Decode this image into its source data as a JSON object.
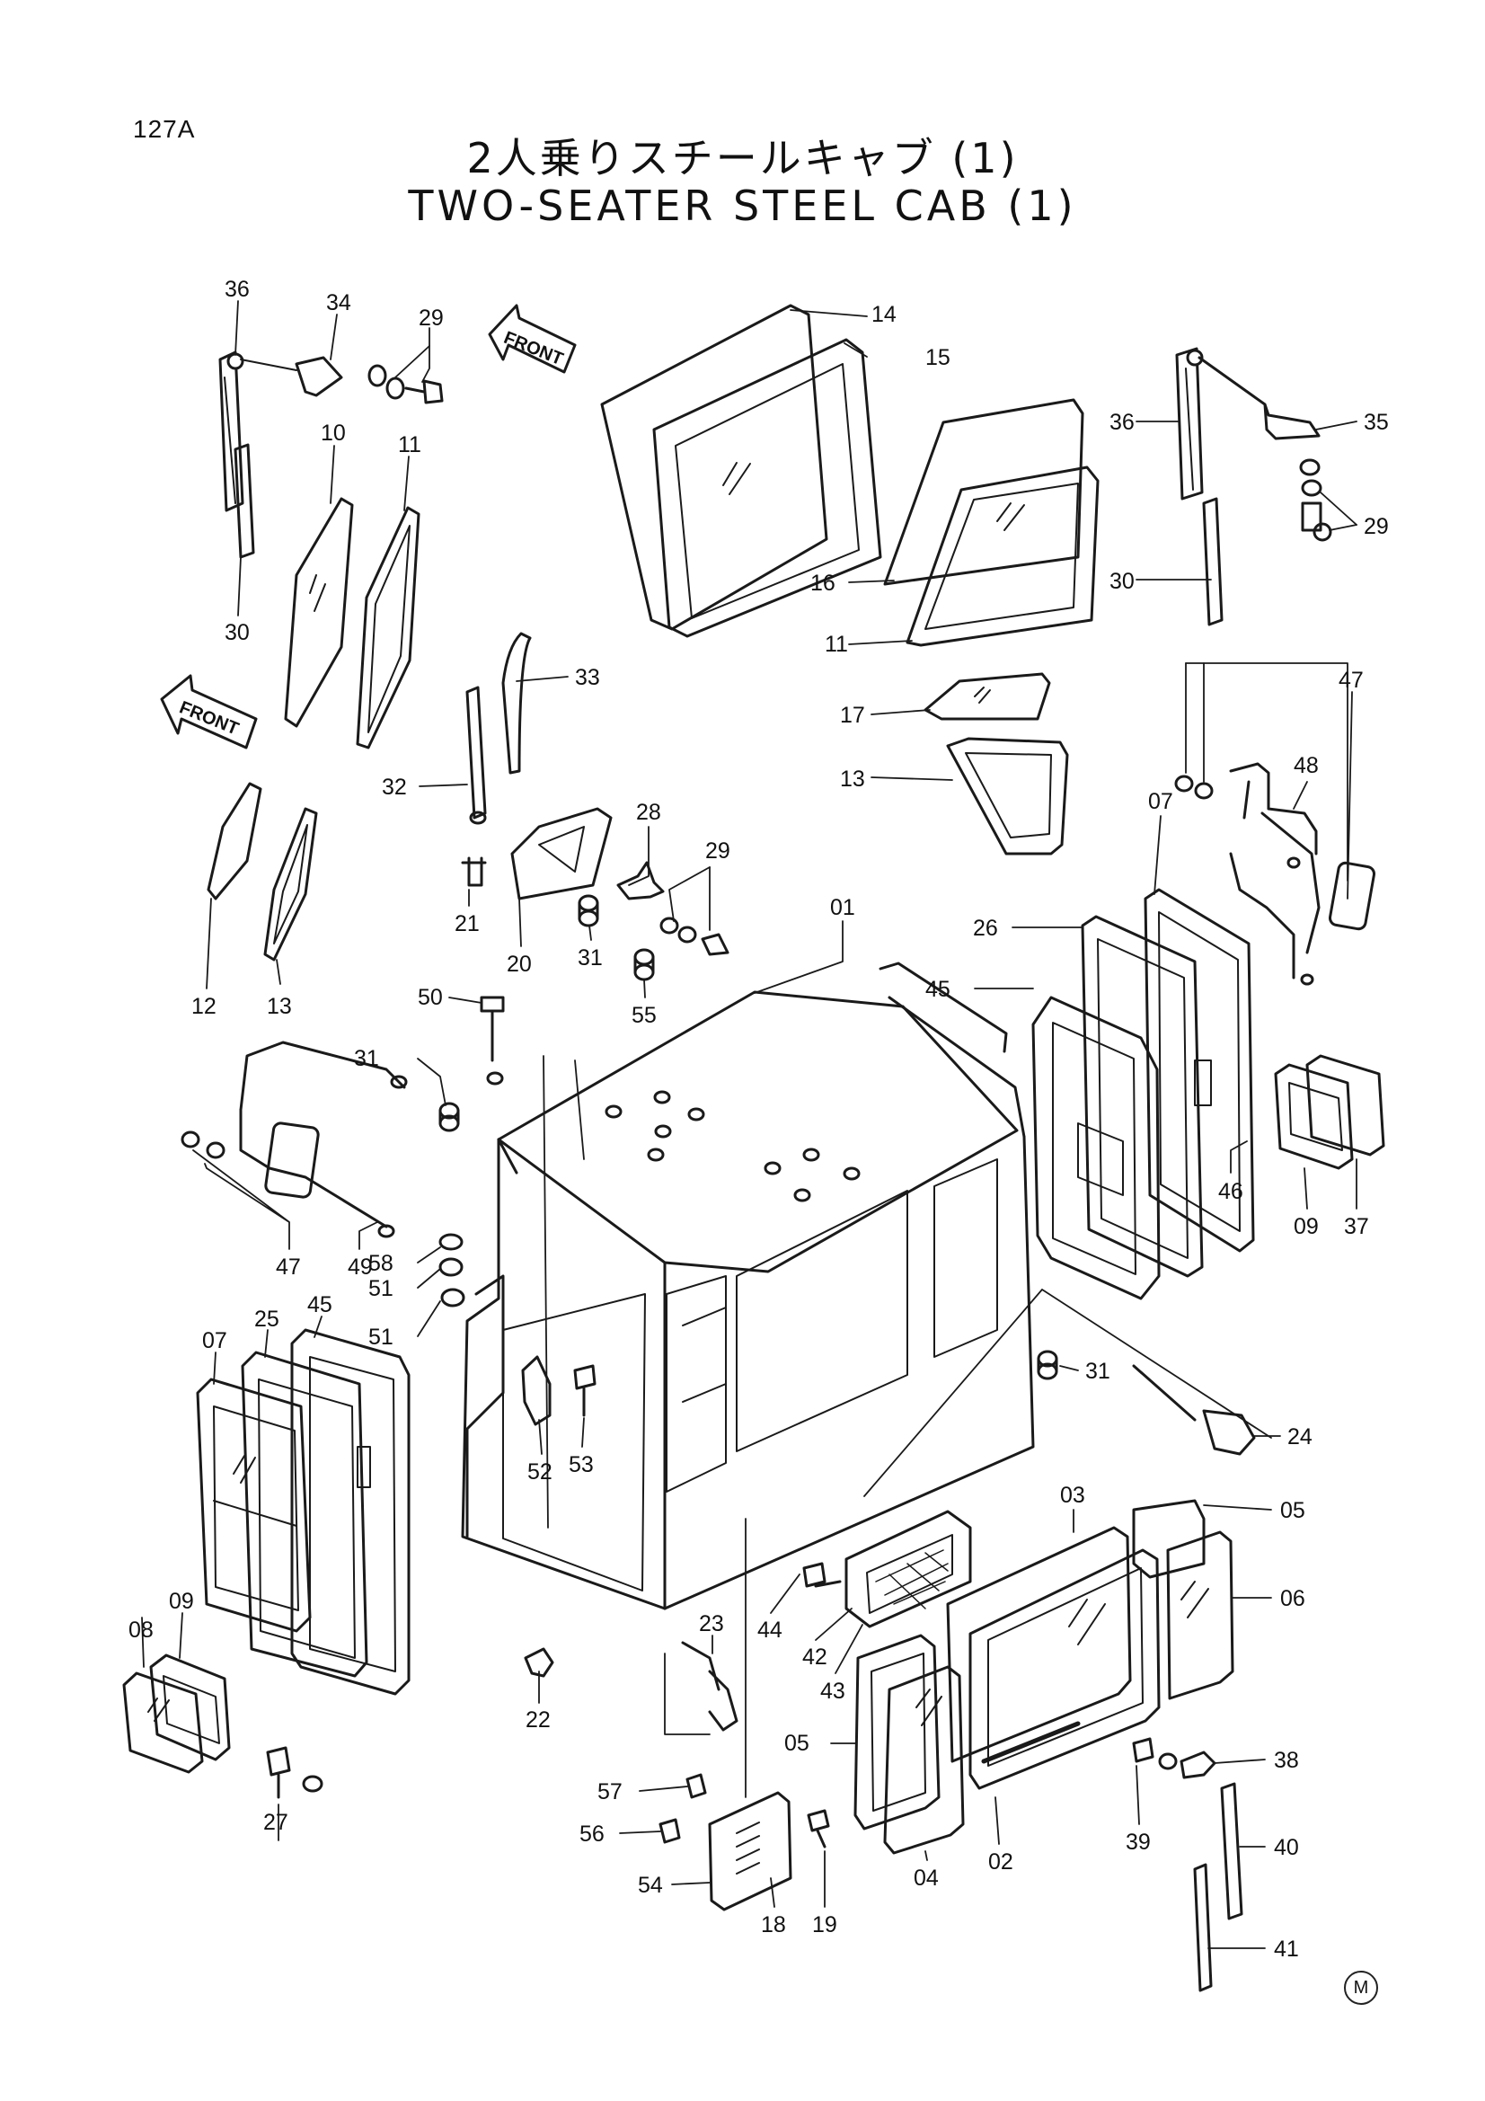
{
  "page_number": "127A",
  "title_jp": "2人乗りスチールキャブ (1)",
  "title_en": "TWO-SEATER STEEL CAB (1)",
  "front_label": "FRONT",
  "mark": "M",
  "callouts": [
    {
      "id": "c1",
      "text": "36"
    },
    {
      "id": "c2",
      "text": "34"
    },
    {
      "id": "c3",
      "text": "29"
    },
    {
      "id": "c4",
      "text": "10"
    },
    {
      "id": "c5",
      "text": "11"
    },
    {
      "id": "c6",
      "text": "30"
    },
    {
      "id": "c7",
      "text": "14"
    },
    {
      "id": "c8",
      "text": "15"
    },
    {
      "id": "c9",
      "text": "16"
    },
    {
      "id": "c10",
      "text": "11"
    },
    {
      "id": "c11",
      "text": "36"
    },
    {
      "id": "c12",
      "text": "35"
    },
    {
      "id": "c13",
      "text": "29"
    },
    {
      "id": "c14",
      "text": "30"
    },
    {
      "id": "c15",
      "text": "33"
    },
    {
      "id": "c16",
      "text": "32"
    },
    {
      "id": "c17",
      "text": "17"
    },
    {
      "id": "c18",
      "text": "13"
    },
    {
      "id": "c19",
      "text": "47"
    },
    {
      "id": "c20",
      "text": "48"
    },
    {
      "id": "c21",
      "text": "07"
    },
    {
      "id": "c22",
      "text": "28"
    },
    {
      "id": "c23",
      "text": "29"
    },
    {
      "id": "c24",
      "text": "21"
    },
    {
      "id": "c25",
      "text": "20"
    },
    {
      "id": "c26",
      "text": "31"
    },
    {
      "id": "c27",
      "text": "55"
    },
    {
      "id": "c28",
      "text": "01"
    },
    {
      "id": "c29",
      "text": "26"
    },
    {
      "id": "c30",
      "text": "45"
    },
    {
      "id": "c31",
      "text": "12"
    },
    {
      "id": "c32",
      "text": "13"
    },
    {
      "id": "c33",
      "text": "50"
    },
    {
      "id": "c34",
      "text": "31"
    },
    {
      "id": "c35",
      "text": "46"
    },
    {
      "id": "c36",
      "text": "09"
    },
    {
      "id": "c37",
      "text": "37"
    },
    {
      "id": "c38",
      "text": "47"
    },
    {
      "id": "c39",
      "text": "49"
    },
    {
      "id": "c40",
      "text": "58"
    },
    {
      "id": "c41",
      "text": "51"
    },
    {
      "id": "c42",
      "text": "51"
    },
    {
      "id": "c43",
      "text": "07"
    },
    {
      "id": "c44",
      "text": "25"
    },
    {
      "id": "c45",
      "text": "45"
    },
    {
      "id": "c46",
      "text": "31"
    },
    {
      "id": "c47",
      "text": "24"
    },
    {
      "id": "c48",
      "text": "52"
    },
    {
      "id": "c49",
      "text": "53"
    },
    {
      "id": "c50",
      "text": "03"
    },
    {
      "id": "c51",
      "text": "05"
    },
    {
      "id": "c52",
      "text": "06"
    },
    {
      "id": "c53",
      "text": "08"
    },
    {
      "id": "c54",
      "text": "09"
    },
    {
      "id": "c55",
      "text": "44"
    },
    {
      "id": "c56",
      "text": "42"
    },
    {
      "id": "c57",
      "text": "43"
    },
    {
      "id": "c58",
      "text": "23"
    },
    {
      "id": "c59",
      "text": "22"
    },
    {
      "id": "c60",
      "text": "05"
    },
    {
      "id": "c61",
      "text": "38"
    },
    {
      "id": "c62",
      "text": "27"
    },
    {
      "id": "c63",
      "text": "57"
    },
    {
      "id": "c64",
      "text": "56"
    },
    {
      "id": "c65",
      "text": "54"
    },
    {
      "id": "c66",
      "text": "18"
    },
    {
      "id": "c67",
      "text": "19"
    },
    {
      "id": "c68",
      "text": "04"
    },
    {
      "id": "c69",
      "text": "02"
    },
    {
      "id": "c70",
      "text": "39"
    },
    {
      "id": "c71",
      "text": "40"
    },
    {
      "id": "c72",
      "text": "41"
    }
  ]
}
